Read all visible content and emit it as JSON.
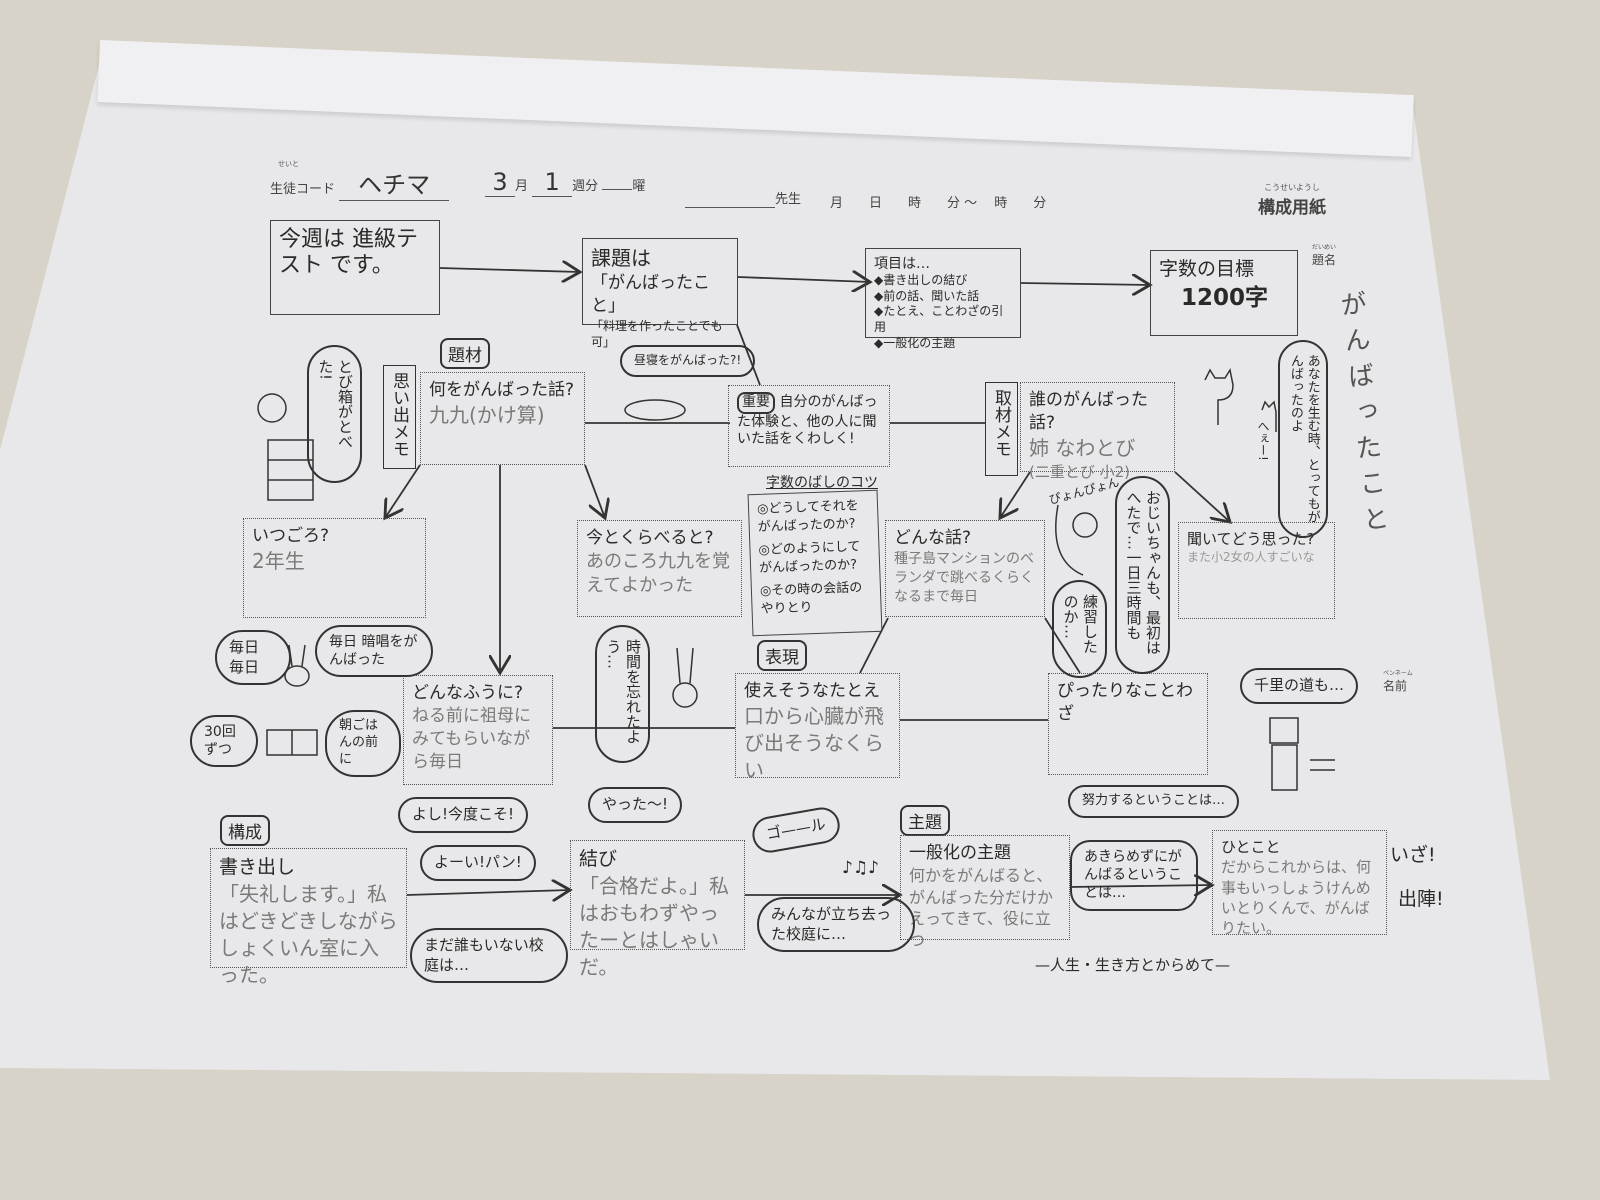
{
  "header": {
    "student_code_ruby": "せいと",
    "student_code_label": "生徒コード",
    "student_code_value": "ヘチマ",
    "month_value": "3",
    "month_label": "月",
    "week_value": "1",
    "week_label": "週分",
    "weekday_label": "曜",
    "teacher_label": "先生",
    "date_time_label": "月　　日　　時　　分 ～ 　時　　分",
    "form_title_ruby": "こうせいようし",
    "form_title": "構成用紙",
    "title_label_ruby": "だいめい",
    "title_label": "題名",
    "title_value": "がんばったこと",
    "penname_ruby": "ペンネーム",
    "penname_label": "名前"
  },
  "top_flow": {
    "intro": "今週は 進級テスト です。",
    "task_title": "課題は",
    "task_value": "「がんばったこと」",
    "task_note": "「料理を作ったことでも可」",
    "items_title": "項目は…",
    "items": [
      "◆書き出しの結び",
      "◆前の話、聞いた話",
      "◆たとえ、ことわざの引用",
      "◆一般化の主題"
    ],
    "goal_title": "字数の目標",
    "goal_value": "1200字"
  },
  "material": {
    "label": "題材",
    "memory_memo": "思い出メモ",
    "what_q": "何をがんばった話?",
    "what_a": "九九(かけ算)",
    "when_q": "いつごろ?",
    "when_a": "2年生",
    "compare_q": "今とくらべると?",
    "compare_a": "あのころ九九を覚えてよかった",
    "how_q": "どんなふうに?",
    "how_a": "ねる前に祖母にみてもらいながら毎日"
  },
  "important": {
    "label": "重要",
    "text": "自分のがんばった体験と、他の人に聞いた話をくわしく!"
  },
  "tips": {
    "title": "字数のばしのコツ",
    "items": [
      "◎どうしてそれをがんばったのか?",
      "◎どのようにしてがんばったのか?",
      "◎その時の会話のやりとり"
    ]
  },
  "interview": {
    "memo": "取材メモ",
    "who_q": "誰のがんばった話?",
    "who_a": "姉 なわとび",
    "who_a2": "(二重とび 小2)",
    "story_q": "どんな話?",
    "story_a": "種子島マンションのベランダで跳べるくらくなるまで毎日",
    "thought_q": "聞いてどう思った?",
    "thought_a": "また小2女の人すごいな"
  },
  "expression": {
    "label": "表現",
    "metaphor_q": "使えそうなたとえ",
    "metaphor_a": "口から心臓が飛び出そうなくらい",
    "proverb_q": "ぴったりなことわざ"
  },
  "structure": {
    "label": "構成",
    "opening_q": "書き出し",
    "opening_a": "「失礼します。」私はどきどきしながらしょくいん室に入った。",
    "closing_q": "結び",
    "closing_a": "「合格だよ。」私はおもわずやったーとはしゃいだ。",
    "theme_label": "主題",
    "theme_q": "一般化の主題",
    "theme_a": "何かをがんばると、がんばった分だけかえってきて、役に立つ",
    "comment_q": "ひとこと",
    "comment_a": "だからこれからは、何事もいっしょうけんめいとりくんで、がんばりたい。",
    "comment_note": "—人生・生き方とからめて—"
  },
  "bubbles": {
    "vault": "とび箱がとべた!",
    "nap": "昼寝をがんばった?!",
    "mother": "あなたを生む時、とってもがんばったのよ",
    "hee": "へぇー!",
    "pyon": "ぴょんぴょん",
    "grandpa": "おじいちゃんも、最初はへたで…一日三時間も",
    "practiced": "練習したのか…",
    "everyday": "毎日 毎日",
    "recite": "毎日 暗唱をがんばった",
    "thirty": "30回ずつ",
    "breakfast": "朝ごはんの前に",
    "forgot_time": "時間を忘れたよう…",
    "senri": "千里の道も…",
    "yoshi": "よし!今度こそ!",
    "yoi": "よーい!パン!",
    "nobody": "まだ誰もいない校庭は…",
    "yatta": "やった〜!",
    "goal": "ゴ——ル",
    "music": "♪♫♪",
    "everyone_left": "みんなが立ち去った校庭に…",
    "effort": "努力するということは…",
    "giveup": "あきらめずにがんばるということは…",
    "iza": "いざ!",
    "shutsujin": "出陣!"
  }
}
